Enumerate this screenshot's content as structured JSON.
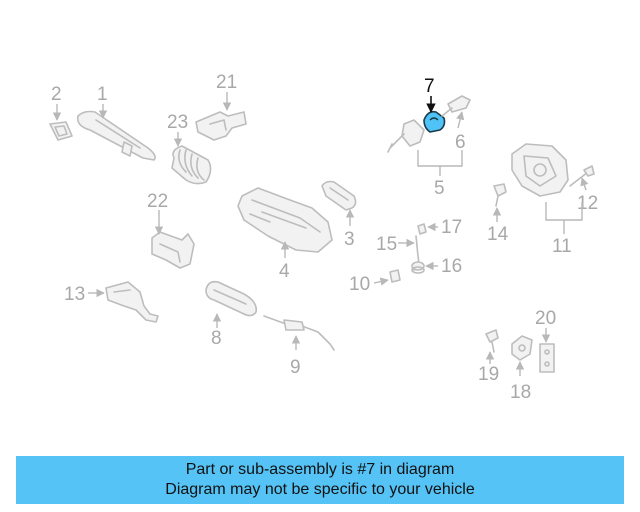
{
  "diagram": {
    "highlighted_part": "7",
    "callouts": {
      "c1": "1",
      "c2": "2",
      "c3": "3",
      "c4": "4",
      "c5": "5",
      "c6": "6",
      "c7": "7",
      "c8": "8",
      "c9": "9",
      "c10": "10",
      "c11": "11",
      "c12": "12",
      "c13": "13",
      "c14": "14",
      "c15": "15",
      "c16": "16",
      "c17": "17",
      "c18": "18",
      "c19": "19",
      "c20": "20",
      "c21": "21",
      "c22": "22",
      "c23": "23"
    },
    "colors": {
      "highlight": "#4fc3f7",
      "banner": "#55c3f5",
      "inactive": "#a8a8a8"
    }
  },
  "banner": {
    "line1": "Part or sub-assembly is #7 in diagram",
    "line2": "Diagram may not be specific to your vehicle"
  }
}
